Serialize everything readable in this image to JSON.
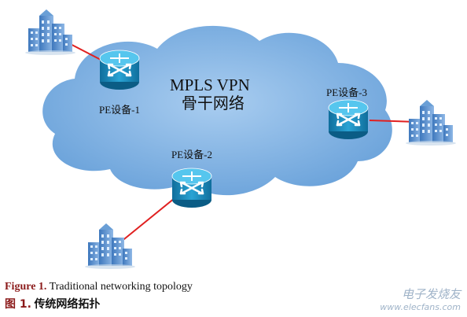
{
  "cloud": {
    "title_line1": "MPLS VPN",
    "title_line2": "骨干网络"
  },
  "routers": [
    {
      "id": "pe1",
      "label": "PE设备-1"
    },
    {
      "id": "pe2",
      "label": "PE设备-2"
    },
    {
      "id": "pe3",
      "label": "PE设备-3"
    }
  ],
  "caption": {
    "en_prefix": "Figure 1.",
    "en_text": "Traditional networking topology",
    "zh_prefix": "图 1.",
    "zh_text": "传统网络拓扑"
  },
  "watermark": {
    "main": "电子发烧友",
    "sub": "www.elecfans.com"
  },
  "colors": {
    "cloud": "#7fb0e2",
    "link": "#e02020",
    "router_body": "#1f8fbf",
    "router_top": "#4fc3ea",
    "building": "#4f86c6",
    "caption_prefix": "#8b1a1a"
  }
}
